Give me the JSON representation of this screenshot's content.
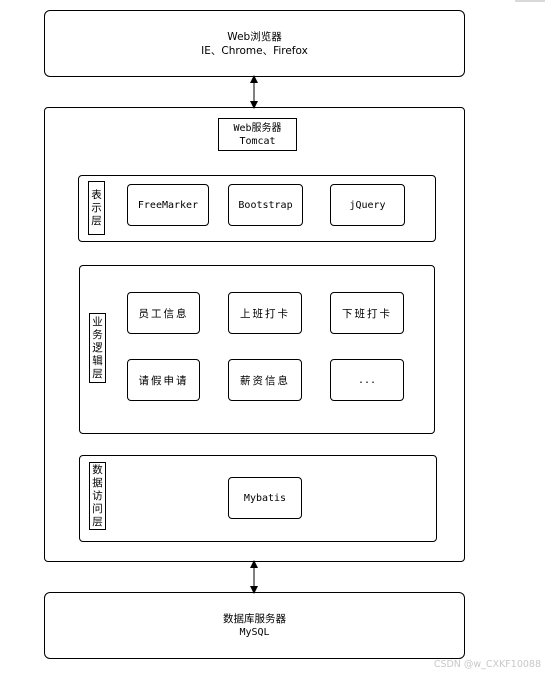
{
  "browser": {
    "title": "Web浏览器",
    "subtitle": "IE、Chrome、Firefox"
  },
  "web_server": {
    "title": "Web服务器",
    "subtitle": "Tomcat"
  },
  "layers": {
    "presentation": {
      "label": [
        "表",
        "示",
        "层"
      ],
      "items": [
        "FreeMarker",
        "Bootstrap",
        "jQuery"
      ]
    },
    "business": {
      "label": [
        "业",
        "务",
        "逻",
        "辑",
        "层"
      ],
      "items": [
        "员工信息",
        "上班打卡",
        "下班打卡",
        "请假申请",
        "薪资信息",
        "..."
      ]
    },
    "data_access": {
      "label": [
        "数",
        "据",
        "访",
        "问",
        "层"
      ],
      "items": [
        "Mybatis"
      ]
    }
  },
  "database": {
    "title": "数据库服务器",
    "subtitle": "MySQL"
  },
  "watermark": "CSDN @w_CXKF10088"
}
